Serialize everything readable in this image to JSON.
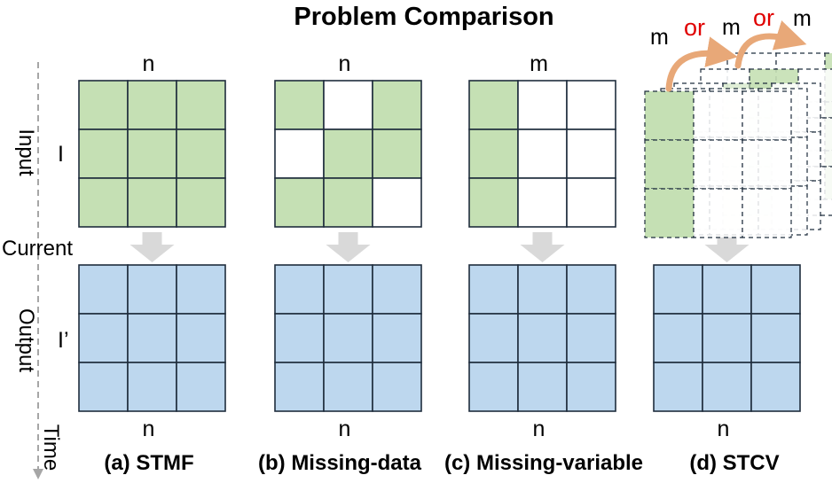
{
  "title": "Problem Comparison",
  "axis": {
    "input_label": "Input",
    "current_label": "Current",
    "output_label": "Output",
    "time_label": "Time"
  },
  "row_labels": {
    "input": "I",
    "output": "I’"
  },
  "panels": [
    {
      "caption": "(a) STMF",
      "top_dim": "n",
      "bottom_dim": "n",
      "input_pattern": [
        [
          1,
          1,
          1
        ],
        [
          1,
          1,
          1
        ],
        [
          1,
          1,
          1
        ]
      ]
    },
    {
      "caption": "(b) Missing-data",
      "top_dim": "n",
      "bottom_dim": "n",
      "input_pattern": [
        [
          1,
          0,
          1
        ],
        [
          0,
          1,
          1
        ],
        [
          1,
          1,
          0
        ]
      ]
    },
    {
      "caption": "(c) Missing-variable",
      "top_dim": "m",
      "bottom_dim": "n",
      "input_pattern": [
        [
          1,
          0,
          0
        ],
        [
          1,
          0,
          0
        ],
        [
          1,
          0,
          0
        ]
      ]
    },
    {
      "caption": "(d) STCV",
      "top_dim": "",
      "bottom_dim": "n",
      "stack_labels": [
        "m",
        "or",
        "m",
        "or",
        "m"
      ]
    }
  ],
  "colors": {
    "input_fill": "#c5e0b4",
    "output_fill": "#bdd7ee",
    "empty_fill": "#ffffff",
    "grid_stroke": "#1f2d3d",
    "arrow": "#d9d9d9",
    "curve_arrow": "#e8a878",
    "or_text": "#e00000",
    "time_axis": "#a6a6a6"
  }
}
